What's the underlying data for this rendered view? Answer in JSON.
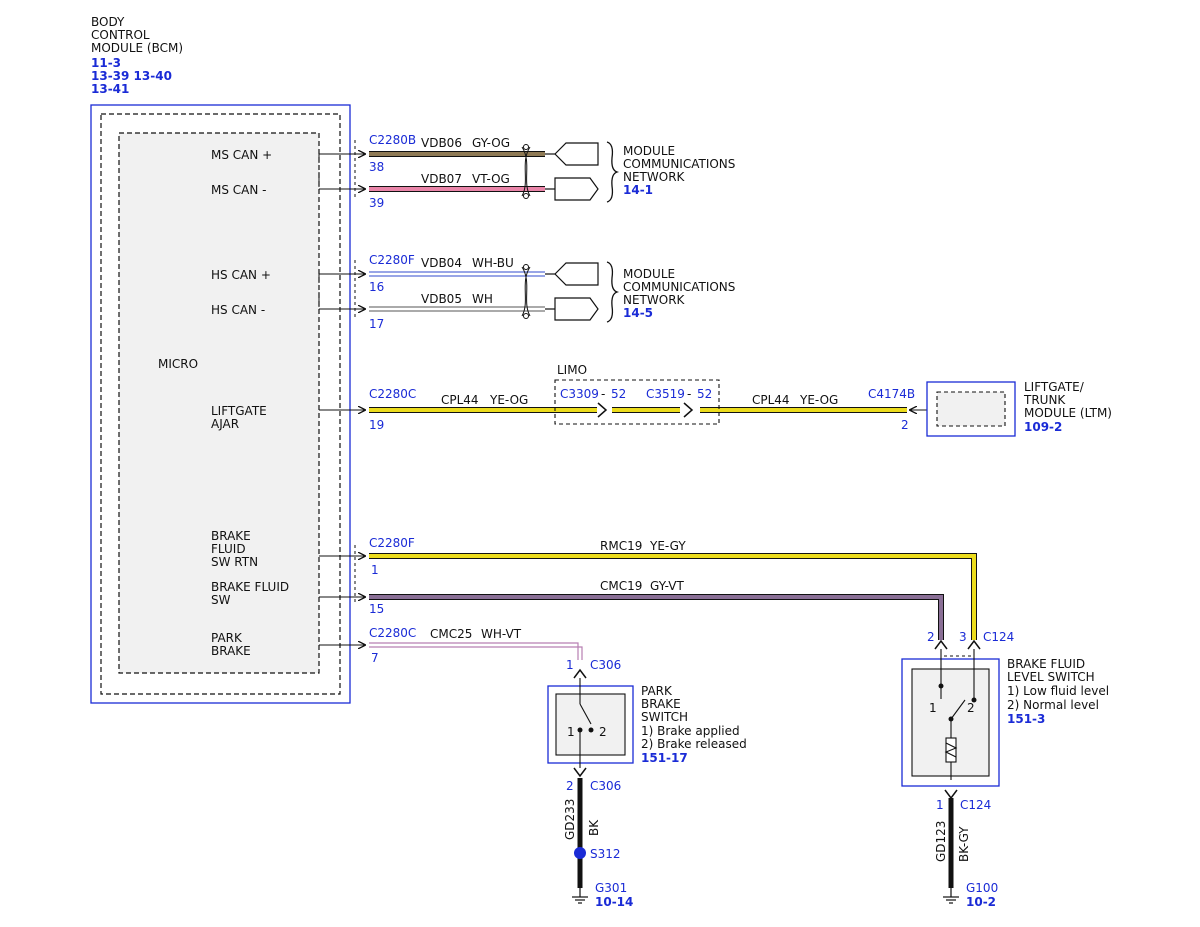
{
  "bcm": {
    "title_lines": [
      "BODY",
      "CONTROL",
      "MODULE (BCM)"
    ],
    "ref_lines": [
      "11-3",
      "13-39 13-40",
      "13-41"
    ],
    "micro_label": "MICRO",
    "pins": {
      "ms_can_plus": "MS CAN +",
      "ms_can_minus": "MS CAN -",
      "hs_can_plus": "HS CAN +",
      "hs_can_minus": "HS CAN -",
      "liftgate_ajar": [
        "LIFTGATE",
        "AJAR"
      ],
      "brake_fluid_sw_rtn": [
        "BRAKE",
        "FLUID",
        "SW RTN"
      ],
      "brake_fluid_sw": [
        "BRAKE FLUID",
        "SW"
      ],
      "park_brake": [
        "PARK",
        "BRAKE"
      ]
    }
  },
  "connectors": {
    "ms": {
      "name": "C2280B",
      "pin_plus": "38",
      "pin_minus": "39"
    },
    "hs": {
      "name": "C2280F",
      "pin_plus": "16",
      "pin_minus": "17"
    },
    "liftgate": {
      "name": "C2280C",
      "pin": "19"
    },
    "brake_fluid": {
      "name": "C2280F",
      "pin_rtn": "1",
      "pin_sw": "15"
    },
    "park": {
      "name": "C2280C",
      "pin": "7"
    }
  },
  "wires": {
    "vdb06": {
      "circuit": "VDB06",
      "color": "GY-OG"
    },
    "vdb07": {
      "circuit": "VDB07",
      "color": "VT-OG"
    },
    "vdb04": {
      "circuit": "VDB04",
      "color": "WH-BU"
    },
    "vdb05": {
      "circuit": "VDB05",
      "color": "WH"
    },
    "cpl44_a": {
      "circuit": "CPL44",
      "color": "YE-OG"
    },
    "cpl44_b": {
      "circuit": "CPL44",
      "color": "YE-OG"
    },
    "rmc19": {
      "circuit": "RMC19",
      "color": "YE-GY"
    },
    "cmc19": {
      "circuit": "CMC19",
      "color": "GY-VT"
    },
    "cmc25": {
      "circuit": "CMC25",
      "color": "WH-VT"
    },
    "gd233": {
      "circuit": "GD233",
      "color": "BK"
    },
    "gd123": {
      "circuit": "GD123",
      "color": "BK-GY"
    }
  },
  "network_ms": {
    "lines": [
      "MODULE",
      "COMMUNICATIONS",
      "NETWORK"
    ],
    "ref": "14-1"
  },
  "network_hs": {
    "lines": [
      "MODULE",
      "COMMUNICATIONS",
      "NETWORK"
    ],
    "ref": "14-5"
  },
  "limo": {
    "label": "LIMO",
    "c3309": "C3309",
    "c3309_pin": "52",
    "c3519": "C3519",
    "c3519_pin": "52"
  },
  "ltm": {
    "connector": "C4174B",
    "pin": "2",
    "lines": [
      "LIFTGATE/",
      "TRUNK",
      "MODULE (LTM)"
    ],
    "ref": "109-2"
  },
  "park_switch": {
    "conn_top": "C306",
    "pin_top": "1",
    "conn_bottom": "C306",
    "pin_bottom": "2",
    "lines": [
      "PARK",
      "BRAKE",
      "SWITCH",
      "1) Brake applied",
      "2) Brake released"
    ],
    "ref": "151-17",
    "pos1": "1",
    "pos2": "2",
    "splice": "S312",
    "ground": "G301",
    "ground_ref": "10-14"
  },
  "fluid_switch": {
    "conn_top": "C124",
    "pin_a": "2",
    "pin_b": "3",
    "conn_bottom": "C124",
    "pin_bottom": "1",
    "lines": [
      "BRAKE FLUID",
      "LEVEL SWITCH",
      "1) Low fluid level",
      "2) Normal level"
    ],
    "ref": "151-3",
    "pos1": "1",
    "pos2": "2",
    "ground": "G100",
    "ground_ref": "10-2"
  },
  "colors": {
    "blue": "#1a2bd6",
    "yellow": "#ecdc1c",
    "pink": "#e984a8",
    "purple": "#8a6f96",
    "gray_orange": "#8f7a55",
    "black": "#111111"
  }
}
